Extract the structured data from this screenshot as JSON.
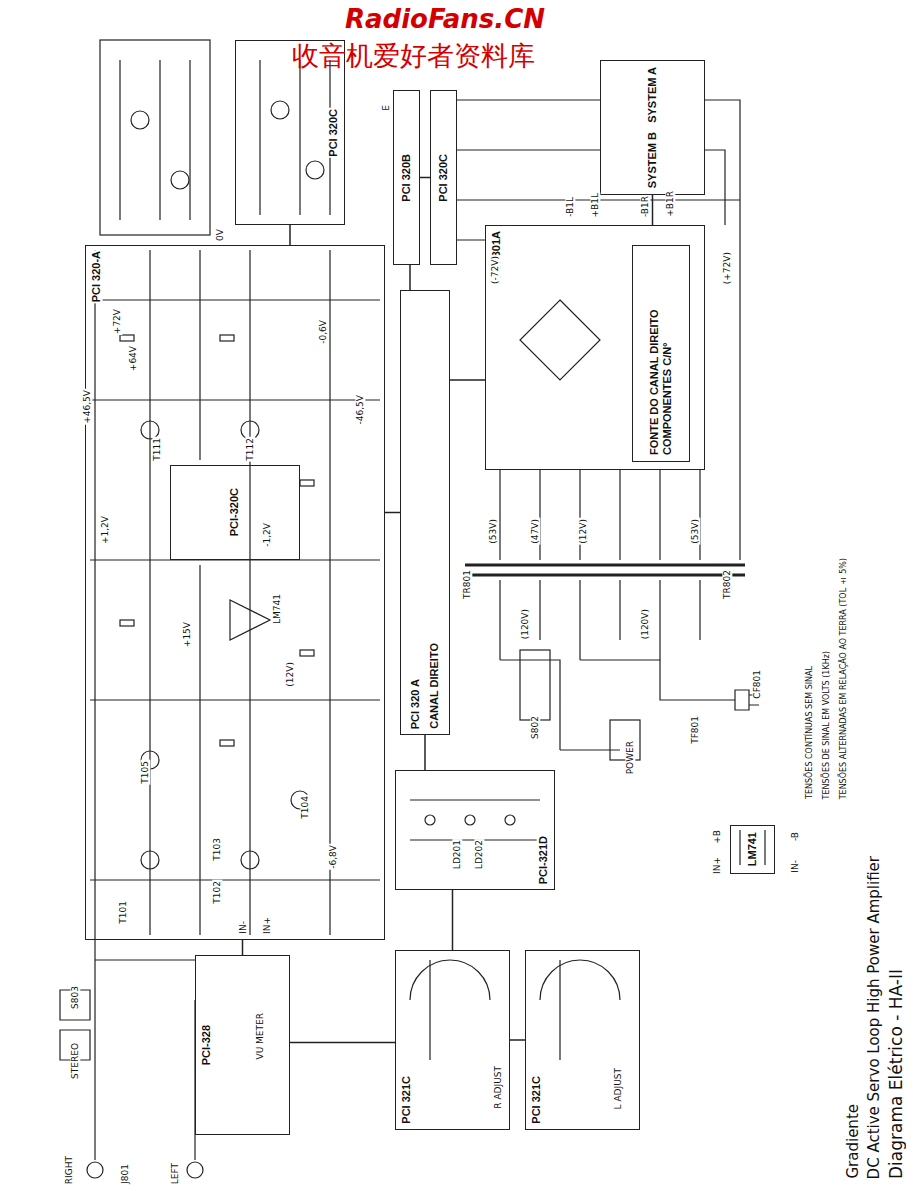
{
  "diagram": {
    "title": "Diagrama Elétrico - HA-II",
    "caption": "DC Active Servo Loop High Power Amplifier",
    "nodes": [
      {
        "text": [
          "SYSTEM A",
          "SYSTEM B"
        ]
      },
      {
        "text": [
          "PCI 320C"
        ]
      },
      {
        "text": [
          "PCI 320B"
        ]
      },
      {
        "text": [
          "PCI 320C"
        ]
      },
      {
        "text": [
          "PCI 320-A"
        ]
      },
      {
        "text": [
          "PCI-320C"
        ],
        "in": 4
      },
      {
        "text": [
          "PCI 320 A",
          "CANAL DIREITO"
        ]
      },
      {
        "text": [
          "PCI 301A"
        ]
      },
      {
        "text": [
          "FONTE DO CANAL DIREITO COMPONENTES C/Nº"
        ],
        "in": 7
      },
      {
        "text": [
          "PCI-321D"
        ]
      },
      {
        "text": [
          "PCI-328"
        ]
      },
      {
        "text": [
          "PCI 321C"
        ]
      },
      {
        "text": [
          "PCI 321C"
        ]
      },
      {
        "text": [
          "LM741"
        ]
      }
    ],
    "edges": [
      {
        "from": 0,
        "to": 7,
        "arrow": "none"
      },
      {
        "from": 1,
        "to": 4,
        "arrow": "none"
      },
      {
        "from": 2,
        "to": 3,
        "arrow": "none"
      },
      {
        "from": 2,
        "to": 6,
        "arrow": "none"
      },
      {
        "from": 4,
        "to": 6,
        "arrow": "none"
      },
      {
        "from": 6,
        "to": 7,
        "arrow": "none"
      },
      {
        "from": 6,
        "to": 9,
        "arrow": "none"
      },
      {
        "from": 9,
        "to": 11,
        "arrow": "none"
      },
      {
        "from": 10,
        "to": 11,
        "arrow": "none"
      },
      {
        "from": 4,
        "to": 10,
        "arrow": "none"
      },
      {
        "from": 11,
        "to": 12,
        "arrow": "none"
      }
    ],
    "labels": [
      "RadioFans.CN",
      "收音机爱好者资料库",
      "+72V",
      "+64V",
      "+46,5V",
      "-46,5V",
      "+1,2V",
      "-1,2V",
      "0V",
      "-0,6V",
      "+15V",
      "(12V)",
      "-6,8V",
      "LM741",
      "T101",
      "T102",
      "T103",
      "T104",
      "T105",
      "T111",
      "T112",
      "E",
      "TR801",
      "TR802",
      "(53V)",
      "(47V)",
      "(12V)",
      "(53V)",
      "(120V)",
      "(120V)",
      "S802",
      "CF801",
      "POWER",
      "TF801",
      "S803",
      "STEREO",
      "J801",
      "RIGHT",
      "LEFT",
      "VU METER",
      "R ADJUST",
      "L ADJUST",
      "LD201",
      "LD202",
      "IN-",
      "IN+",
      "-B",
      "IN-",
      "+B",
      "IN+",
      "TENSÕES CONTÍNUAS SEM SINAL",
      "TENSÕES DE SINAL EM VOLTS (1KHz)",
      "TENSÕES ALTERNADAS EM RELAÇÃO AO TERRA (TOL ± 5%)",
      "Gradiente",
      "(-72V)",
      "(+72V)",
      "-B1L",
      "+B1L",
      "-B1R",
      "+B1R"
    ]
  }
}
